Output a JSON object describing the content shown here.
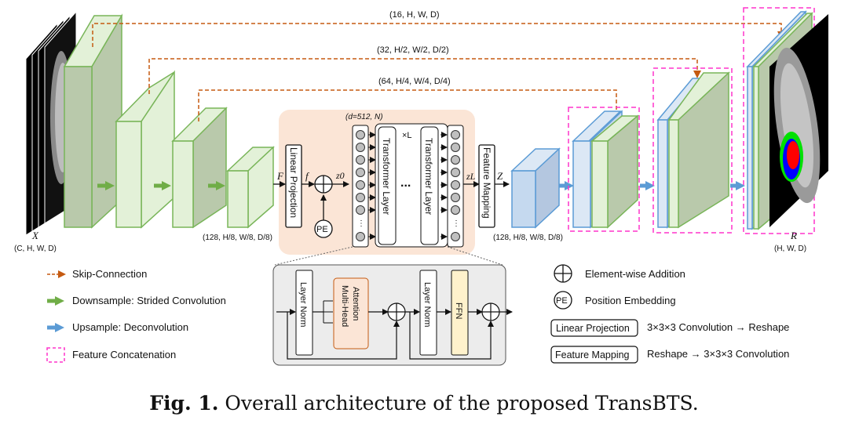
{
  "dims": {
    "top1": "(16, H, W, D)",
    "top2": "(32, H/2, W/2, D/2)",
    "top3": "(64, H/4, W/4, D/4)",
    "enc": "(128, H/8, W/8, D/8)",
    "dec": "(128, H/8, W/8, D/8)",
    "d": "(d=512, N)",
    "input": "(C, H, W, D)",
    "output": "(H, W, D)"
  },
  "symbols": {
    "x": "X",
    "r": "R",
    "F": "F",
    "f": "f",
    "z0": "z0",
    "zL": "zL",
    "Z": "Z",
    "timesL": "×L",
    "dots": "...",
    "pe": "PE"
  },
  "blocks": {
    "linear_projection": "Linear Projection",
    "transformer1": "Transformer Layer",
    "transformer2": "Transformer Layer",
    "feature_mapping": "Feature Mapping",
    "layer_norm1": "Layer Norm",
    "mha_line1": "Multi-Head",
    "mha_line2": "Attention",
    "layer_norm2": "Layer Norm",
    "ffn": "FFN"
  },
  "legend": {
    "skip": "Skip-Connection",
    "down": "Downsample: Strided Convolution",
    "up": "Upsample: Deconvolution",
    "concat": "Feature Concatenation",
    "add": "Element-wise Addition",
    "pe": "Position Embedding",
    "lp_box": "Linear Projection",
    "lp_desc": "3×3×3 Convolution → Reshape",
    "fm_box": "Feature Mapping",
    "fm_desc": "Reshape → 3×3×3 Convolution"
  },
  "caption": {
    "bold": "Fig. 1.",
    "text": " Overall architecture of the proposed TransBTS."
  },
  "colors": {
    "green_face": "#b9c9ab",
    "green_light": "#e3f1d8",
    "green_edge": "#79b559",
    "blue_face": "#c5d9ef",
    "blue_edge": "#5b9bd5",
    "skip": "#c55a11",
    "down_arrow": "#70ad47",
    "up_arrow": "#5b9bd5",
    "concat": "#ff33cc",
    "peach": "#fbe5d6",
    "ffn": "#fff2cc",
    "gray_panel": "#ececec"
  }
}
